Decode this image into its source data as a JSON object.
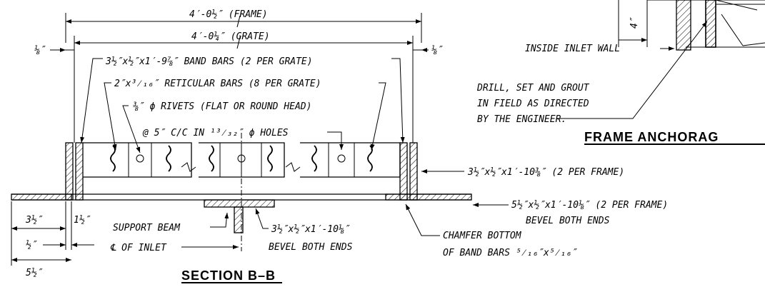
{
  "section_title": "SECTION  B–B",
  "anchorage_title": "FRAME  ANCHORAG",
  "dims": {
    "frame_width": "4′-0½″ (FRAME)",
    "grate_width": "4′-0¼″ (GRATE)",
    "left_gap": "⅛″",
    "right_gap": "⅛″",
    "bottom_3_5": "3½″",
    "bottom_1_5": "1½″",
    "bottom_0_5": "½″",
    "bottom_5_5": "5½″",
    "anchor_4in": "4″"
  },
  "labels": {
    "band_bars": "3½″x½″x1′-9⅞″ BAND BARS (2 PER GRATE)",
    "reticular": "2″x³⁄₁₆″ RETICULAR BARS (8 PER GRATE)",
    "rivets": "⅜″ ϕ RIVETS (FLAT OR ROUND HEAD)",
    "holes": "@ 5″ C/C IN ¹³⁄₃₂″ ϕ HOLES",
    "frame_bar": "3½″x½″x1′-10⅜″ (2 PER FRAME)",
    "angle_bar": "5½″x½″x1′-10⅛″ (2 PER FRAME)",
    "angle_bevel": "BEVEL BOTH ENDS",
    "support_beam": "SUPPORT BEAM",
    "centerline": "℄ OF INLET",
    "beam_bar": "3½″x½″x1′-10⅛″",
    "beam_bevel": "BEVEL BOTH ENDS",
    "chamfer1": "CHAMFER BOTTOM",
    "chamfer2": "OF BAND BARS ⁵⁄₁₆″x⁵⁄₁₆″",
    "inside_wall": "INSIDE INLET WALL",
    "drill1": "DRILL, SET AND GROUT",
    "drill2": "IN FIELD AS DIRECTED",
    "drill3": "BY THE ENGINEER."
  }
}
